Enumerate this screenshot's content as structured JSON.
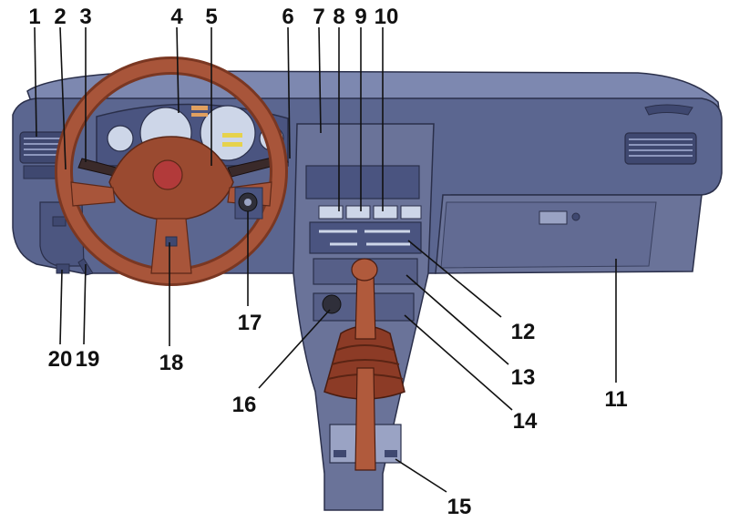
{
  "callouts": [
    {
      "id": "1",
      "text": "1"
    },
    {
      "id": "2",
      "text": "2"
    },
    {
      "id": "3",
      "text": "3"
    },
    {
      "id": "4",
      "text": "4"
    },
    {
      "id": "5",
      "text": "5"
    },
    {
      "id": "6",
      "text": "6"
    },
    {
      "id": "7",
      "text": "7"
    },
    {
      "id": "8",
      "text": "8"
    },
    {
      "id": "9",
      "text": "9"
    },
    {
      "id": "10",
      "text": "10"
    },
    {
      "id": "11",
      "text": "11"
    },
    {
      "id": "12",
      "text": "12"
    },
    {
      "id": "13",
      "text": "13"
    },
    {
      "id": "14",
      "text": "14"
    },
    {
      "id": "15",
      "text": "15"
    },
    {
      "id": "16",
      "text": "16"
    },
    {
      "id": "17",
      "text": "17"
    },
    {
      "id": "18",
      "text": "18"
    },
    {
      "id": "19",
      "text": "19"
    },
    {
      "id": "20",
      "text": "20"
    }
  ],
  "colors": {
    "dashboard": "#5b6690",
    "dashboard_dark": "#3f4870",
    "dashboard_light": "#7d88b0",
    "console": "#6a7399",
    "steering_wheel": "#a8553a",
    "steering_wheel_dark": "#7a3722",
    "boot": "#8c3b26",
    "gauge_face": "#cdd6e8",
    "lever": "#b05a3c"
  }
}
